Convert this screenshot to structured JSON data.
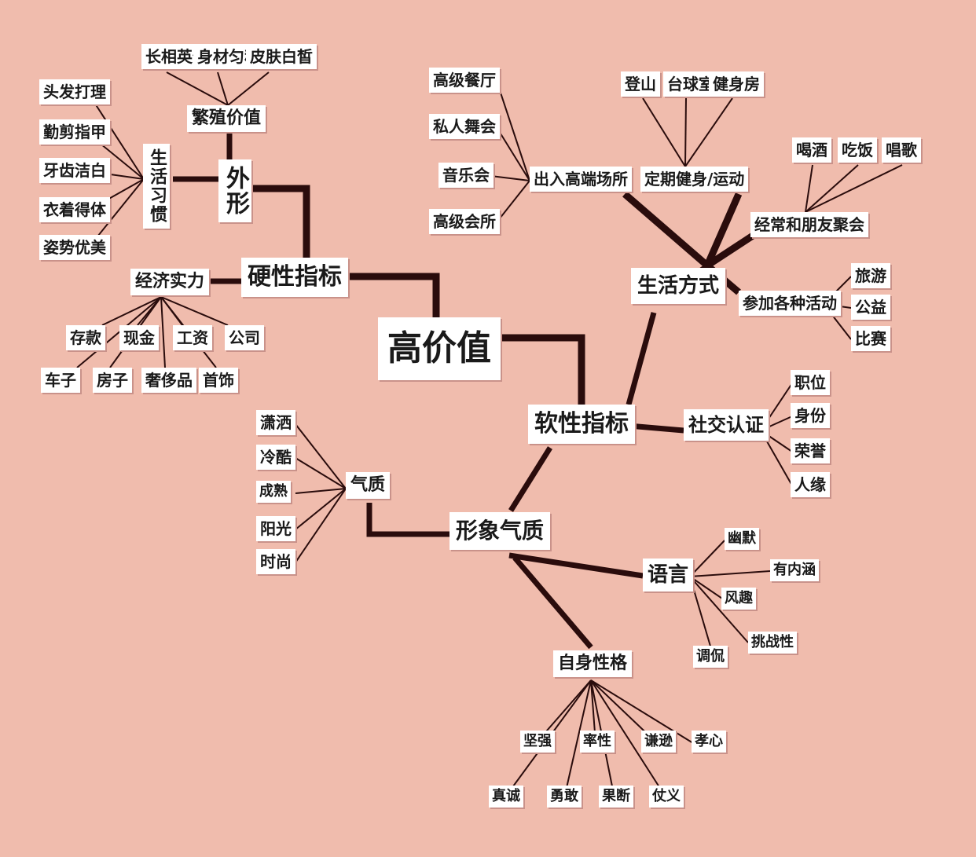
{
  "colors": {
    "background": "#f0bcad",
    "node": "#ffffff",
    "line": "#2a0c0c"
  },
  "root": "高价值",
  "hard": {
    "label": "硬性指标",
    "appearance": {
      "label": "外形",
      "reproduction": {
        "label": "繁殖价值",
        "items": [
          "长相英俊",
          "身材匀称",
          "皮肤白皙"
        ]
      },
      "habits": {
        "label": "生活习惯",
        "items": [
          "头发打理",
          "勤剪指甲",
          "牙齿洁白",
          "衣着得体",
          "姿势优美"
        ]
      }
    },
    "economy": {
      "label": "经济实力",
      "items": [
        "存款",
        "现金",
        "工资",
        "公司",
        "车子",
        "房子",
        "奢侈品",
        "首饰"
      ]
    }
  },
  "soft": {
    "label": "软性指标",
    "lifestyle": {
      "label": "生活方式",
      "venues": {
        "label": "出入高端场所",
        "items": [
          "高级餐厅",
          "私人舞会",
          "音乐会",
          "高级会所"
        ]
      },
      "fitness": {
        "label": "定期健身/运动",
        "items": [
          "登山",
          "台球室",
          "健身房"
        ]
      },
      "friends": {
        "label": "经常和朋友聚会",
        "items": [
          "喝酒",
          "吃饭",
          "唱歌"
        ]
      },
      "activities": {
        "label": "参加各种活动",
        "items": [
          "旅游",
          "公益",
          "比赛"
        ]
      }
    },
    "social": {
      "label": "社交认证",
      "items": [
        "职位",
        "身份",
        "荣誉",
        "人缘"
      ]
    },
    "image": {
      "label": "形象气质",
      "temperament": {
        "label": "气质",
        "items": [
          "潇洒",
          "冷酷",
          "成熟",
          "阳光",
          "时尚"
        ]
      },
      "language": {
        "label": "语言",
        "items": [
          "幽默",
          "有内涵",
          "风趣",
          "挑战性",
          "调侃"
        ]
      },
      "personality": {
        "label": "自身性格",
        "items": [
          "坚强",
          "率性",
          "谦逊",
          "孝心",
          "真诚",
          "勇敢",
          "果断",
          "仗义"
        ]
      }
    }
  }
}
